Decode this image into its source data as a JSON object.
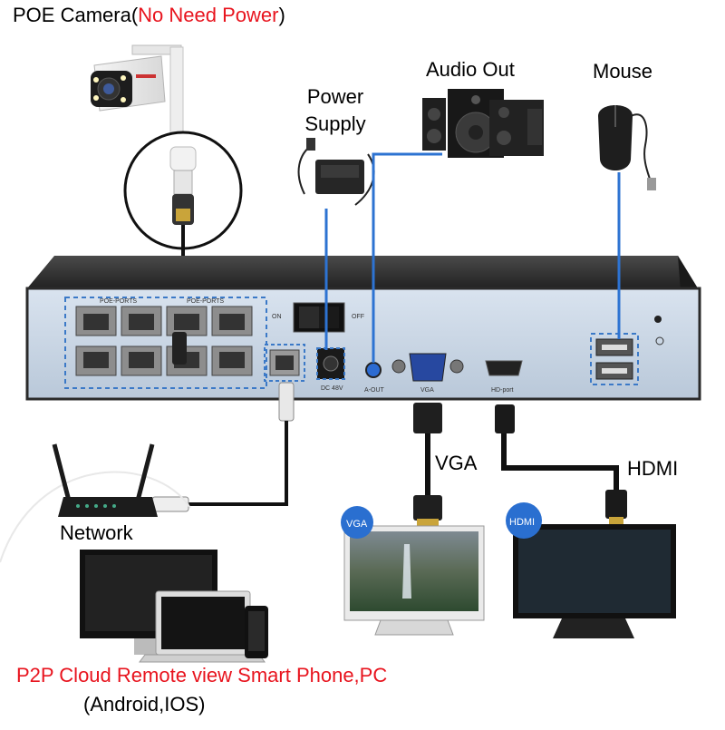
{
  "labels": {
    "poe_camera": "POE Camera(",
    "poe_camera_note": "No Need Power",
    "poe_camera_close": ")",
    "power_supply_line1": "Power",
    "power_supply_line2": "Supply",
    "audio_out": "Audio Out",
    "mouse": "Mouse",
    "vga": "VGA",
    "hdmi": "HDMI",
    "network": "Network",
    "p2p_cloud": "P2P Cloud Remote view Smart Phone,PC",
    "os": "(Android,IOS)"
  },
  "panel": {
    "poe_ports_a": "POE-PORTS",
    "poe_ports_b": "POE-PORTS",
    "on": "ON",
    "off": "OFF",
    "dc": "DC 48V",
    "a_out": "A-OUT",
    "vga": "VGA",
    "hd_port": "HD-port"
  },
  "badges": {
    "vga": "VGA",
    "hdmi": "HDMI"
  },
  "colors": {
    "accent_red": "#e8141e",
    "line_blue": "#2d73d2",
    "badge_blue": "#2a6fd0"
  }
}
